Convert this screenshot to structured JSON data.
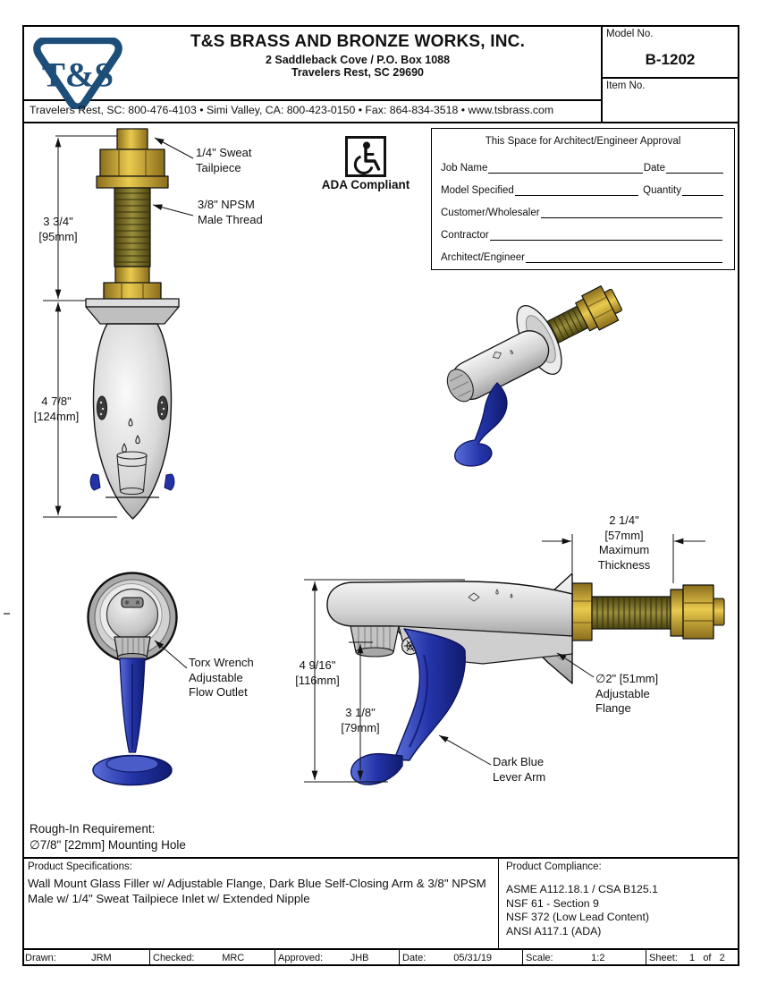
{
  "header": {
    "logo_text": "T&S",
    "company": "T&S BRASS AND BRONZE WORKS, INC.",
    "address1": "2 Saddleback Cove / P.O. Box 1088",
    "address2": "Travelers Rest, SC  29690",
    "contact": "Travelers Rest, SC: 800-476-4103 • Simi Valley, CA: 800-423-0150 • Fax: 864-834-3518 • www.tsbrass.com",
    "model_label": "Model No.",
    "model_value": "B-1202",
    "item_label": "Item No.",
    "item_value": ""
  },
  "ada": {
    "label": "ADA Compliant"
  },
  "approval": {
    "title": "This Space for Architect/Engineer Approval",
    "fields": [
      {
        "label": "Job Name",
        "label2": "Date"
      },
      {
        "label": "Model Specified",
        "label2": "Quantity"
      },
      {
        "label": "Customer/Wholesaler"
      },
      {
        "label": "Contractor"
      },
      {
        "label": "Architect/Engineer"
      }
    ]
  },
  "drawing": {
    "dim_95": "3 3/4\"\n[95mm]",
    "dim_124": "4 7/8\"\n[124mm]",
    "callout_tailpiece": "1/4\" Sweat\nTailpiece",
    "callout_thread": "3/8\" NPSM\nMale Thread",
    "callout_torx": "Torx Wrench\nAdjustable\nFlow Outlet",
    "dim_57": "2 1/4\"\n[57mm]\nMaximum\nThickness",
    "dim_116": "4 9/16\"\n[116mm]",
    "dim_79": "3 1/8\"\n[79mm]",
    "callout_flange": "∅2\" [51mm]\nAdjustable\nFlange",
    "callout_lever": "Dark Blue\nLever Arm"
  },
  "rough_in": "Rough-In Requirement:\n∅7/8\" [22mm] Mounting Hole",
  "product_specifications": {
    "title": "Product Specifications:",
    "body": "Wall Mount Glass Filler w/ Adjustable Flange, Dark Blue Self-Closing Arm & 3/8\" NPSM Male w/ 1/4\" Sweat Tailpiece Inlet w/ Extended Nipple"
  },
  "product_compliance": {
    "title": "Product Compliance:",
    "items": [
      "ASME A112.18.1 / CSA B125.1",
      "NSF 61 - Section 9",
      "NSF 372 (Low Lead Content)",
      "ANSI A117.1 (ADA)"
    ]
  },
  "title_block": [
    {
      "label": "Drawn:",
      "value": "JRM"
    },
    {
      "label": "Checked:",
      "value": "MRC"
    },
    {
      "label": "Approved:",
      "value": "JHB"
    },
    {
      "label": "Date:",
      "value": "05/31/19"
    },
    {
      "label": "Scale:",
      "value": "1:2"
    },
    {
      "label": "Sheet:",
      "value": "1   of   2"
    }
  ],
  "colors": {
    "navy": "#1d4e79",
    "brass": "#c9a62e",
    "thread_olive": "#847a2b",
    "chrome": "#d6d6d6",
    "lever_blue": "#2433a8"
  }
}
